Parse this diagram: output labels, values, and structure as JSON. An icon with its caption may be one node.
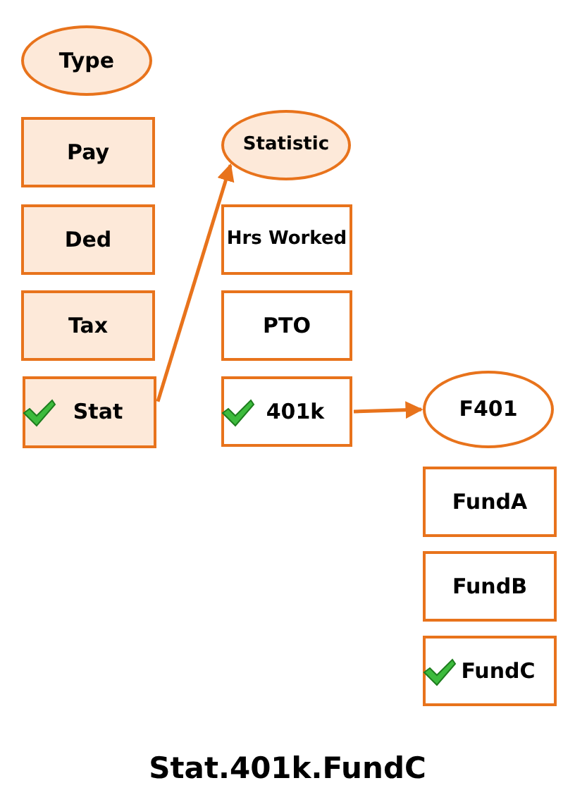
{
  "diagram": {
    "caption": "Stat.401k.FundC",
    "nodes": [
      {
        "text": [
          "Type"
        ]
      },
      {
        "text": [
          "Pay"
        ]
      },
      {
        "text": [
          "Ded"
        ]
      },
      {
        "text": [
          "Tax"
        ]
      },
      {
        "text": [
          "Stat"
        ]
      },
      {
        "text": [
          "Statistic"
        ]
      },
      {
        "text": [
          "Hrs Worked"
        ]
      },
      {
        "text": [
          "PTO"
        ]
      },
      {
        "text": [
          "401k"
        ]
      },
      {
        "text": [
          "F401"
        ]
      },
      {
        "text": [
          "FundA"
        ]
      },
      {
        "text": [
          "FundB"
        ]
      },
      {
        "text": [
          "FundC"
        ]
      }
    ],
    "edges": [
      {
        "from": 4,
        "to": 5,
        "arrow": "to"
      },
      {
        "from": 8,
        "to": 9,
        "arrow": "to"
      }
    ]
  }
}
